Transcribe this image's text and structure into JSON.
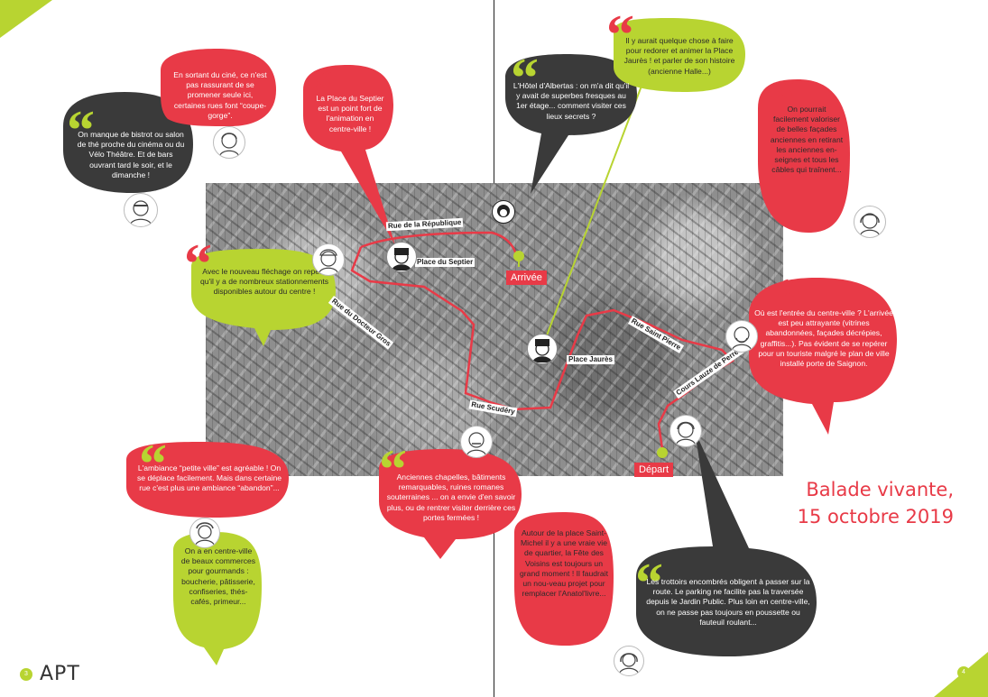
{
  "title": {
    "line1": "Balade vivante,",
    "line2": "15 octobre 2019"
  },
  "footer": {
    "page_left": "3",
    "brand": "APT",
    "page_right": "4"
  },
  "quote_mark": "“",
  "map": {
    "streets": {
      "republique": "Rue de la République",
      "docteur_gros": "Rue du Docteur Gros",
      "scudery": "Rue Scudéry",
      "saint_pierre": "Rue Saint Pierre",
      "lauze_perret": "Cours Lauze de Perret"
    },
    "places": {
      "septier": "Place du Septier",
      "jaures": "Place Jaurès"
    },
    "markers": {
      "arrivee": "Arrivée",
      "depart": "Départ"
    }
  },
  "quotes": {
    "bistrot": "On manque de bistrot ou salon de thé proche du cinéma ou du Vélo Théâtre. Et de bars ouvrant tard le soir, et le dimanche !",
    "cine": "En sortant du ciné, ce n'est pas rassurant de se promener seule ici, certaines rues font “coupe-gorge”.",
    "septier": "La Place du Septier est un point fort de l'animation en centre-ville !",
    "flechage": "Avec le nouveau fléchage on repère qu'il y a de nombreux stationnements disponibles autour du centre !",
    "albertas": "L'Hôtel d'Albertas : on m'a dit qu'il y avait de superbes fresques au 1er étage... comment visiter ces lieux secrets ?",
    "jaures": "Il y aurait quelque chose à faire pour redorer et animer la Place Jaurès ! et parler de son histoire (ancienne Halle...)",
    "facades": "On pourrait facilement valoriser de belles façades anciennes en retirant les anciennes en-seignes et tous les câbles qui traînent...",
    "entree": "Où est l'entrée du centre-ville ? L'arrivée est peu attrayante (vitrines abandonnées, façades décrépies, graffitis...). Pas évident de se repérer pour un touriste malgré le plan de ville installé porte de Saignon.",
    "ambiance": "L'ambiance “petite ville” est agréable ! On se déplace facilement. Mais dans certaine rue c'est plus une ambiance “abandon”...",
    "chapelles": "Anciennes chapelles, bâtiments remarquables, ruines romanes souterraines ... on a envie d'en savoir plus, ou de rentrer visiter derrière ces portes fermées !",
    "saint_michel": "Autour de la place Saint-Michel il y a une vraie vie de quartier, la Fête des Voisins est toujours un grand moment ! Il faudrait un nou-veau projet pour remplacer l'Anatol'livre...",
    "gourmands": "On a en centre-ville de beaux commerces pour gourmands : boucherie, pâtisserie, confiseries, thés-cafés, primeur...",
    "trottoirs": "Les trottoirs encombrés obligent à passer sur la route. Le parking ne facilite pas la traversée depuis le Jardin Public. Plus loin en centre-ville, on ne passe pas toujours en poussette ou fauteuil roulant..."
  },
  "colors": {
    "red": "#e83a47",
    "green": "#b8d431",
    "dark": "#3a3a3a"
  }
}
